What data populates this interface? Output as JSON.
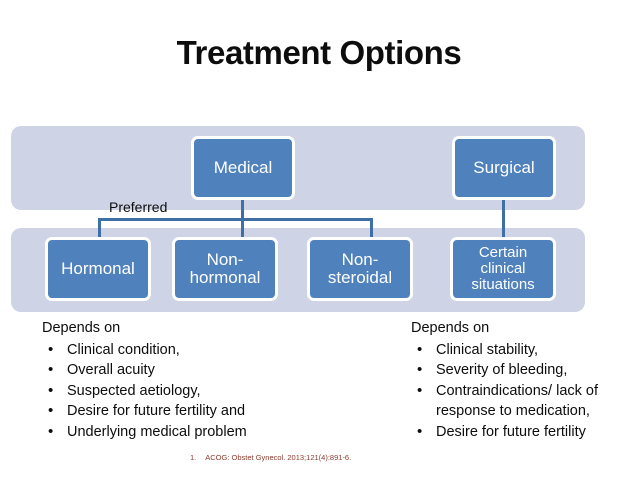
{
  "slide": {
    "title": "Treatment Options"
  },
  "colors": {
    "band": "#ced4e6",
    "node_fill": "#4f81bd",
    "node_text": "#ffffff",
    "connector": "#3e6fa5",
    "title_text": "#0d0d0d",
    "citation_text": "#8c3b30"
  },
  "diagram": {
    "level1": [
      {
        "id": "medical",
        "label": "Medical"
      },
      {
        "id": "surgical",
        "label": "Surgical"
      }
    ],
    "level2": [
      {
        "id": "hormonal",
        "label": "Hormonal"
      },
      {
        "id": "nonhormonal",
        "label": "Non-hormonal"
      },
      {
        "id": "nonsteroidal",
        "label": "Non-steroidal"
      },
      {
        "id": "certain",
        "label": "Certain clinical situations"
      }
    ],
    "annotation": "Preferred"
  },
  "notes": {
    "left": {
      "heading": "Depends on",
      "items": [
        "Clinical condition,",
        "Overall acuity",
        "Suspected aetiology,",
        "Desire for future fertility and",
        "Underlying medical problem"
      ]
    },
    "right": {
      "heading": "Depends on",
      "items": [
        "Clinical stability,",
        "Severity of bleeding,",
        "Contraindications/ lack of response to medication,",
        "Desire for future fertility"
      ]
    }
  },
  "citation": {
    "number": "1.",
    "text": "ACOG: Obstet Gynecol. 2013;121(4):891-6."
  }
}
